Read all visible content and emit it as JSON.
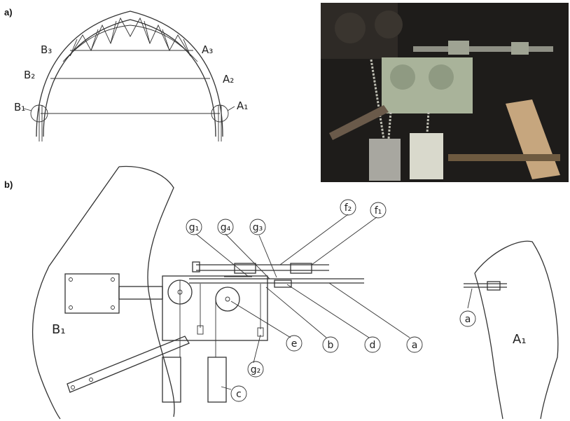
{
  "panels": {
    "a": "a)",
    "b": "b)"
  },
  "arch_labels": {
    "B3": "B₃",
    "A3": "A₃",
    "B2": "B₂",
    "A2": "A₂",
    "B1": "B₁",
    "A1": "A₁"
  },
  "schematic_labels": {
    "g1": "g₁",
    "g4": "g₄",
    "g3": "g₃",
    "f2": "f₂",
    "f1": "f₁",
    "e": "e",
    "b": "b",
    "d": "d",
    "a": "a",
    "g2": "g₂",
    "c": "c",
    "a_right": "a",
    "B1": "B₁",
    "A1": "A₁"
  },
  "photo": {
    "subject": "apparatus-photo"
  }
}
